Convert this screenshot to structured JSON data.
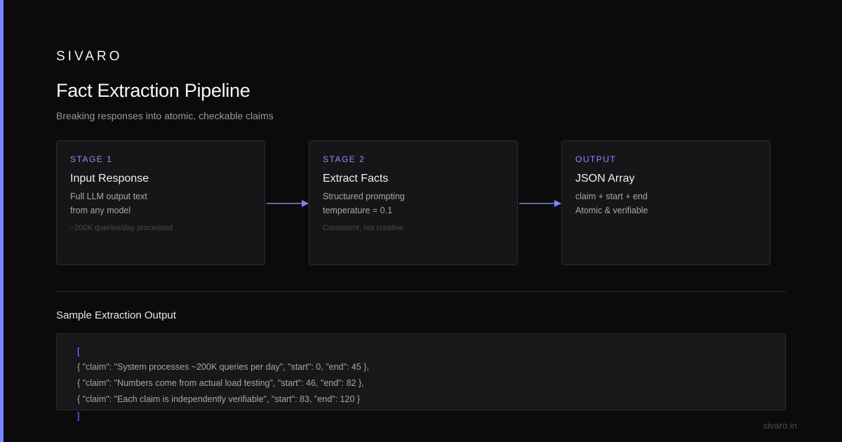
{
  "brand": "SIVARO",
  "title": "Fact Extraction Pipeline",
  "subtitle": "Breaking responses into atomic, checkable claims",
  "colors": {
    "accent": "#7c86ff",
    "background": "#0b0b0c",
    "card": "#161618"
  },
  "stages": [
    {
      "label": "STAGE 1",
      "title": "Input Response",
      "lines": [
        "Full LLM output text",
        "from any model"
      ],
      "note": "~200K queries/day processed"
    },
    {
      "label": "STAGE 2",
      "title": "Extract Facts",
      "lines": [
        "Structured prompting",
        "temperature = 0.1"
      ],
      "note": "Consistent, not creative"
    },
    {
      "label": "OUTPUT",
      "title": "JSON Array",
      "lines": [
        "claim + start + end",
        "Atomic & verifiable"
      ],
      "note": ""
    }
  ],
  "sample": {
    "heading": "Sample Extraction Output",
    "open_bracket": "[",
    "lines": [
      "{ \"claim\": \"System processes ~200K queries per day\", \"start\": 0, \"end\": 45 },",
      "{ \"claim\": \"Numbers come from actual load testing\", \"start\": 46, \"end\": 82 },",
      "{ \"claim\": \"Each claim is independently verifiable\", \"start\": 83, \"end\": 120 }"
    ],
    "close_bracket": "]"
  },
  "footer": {
    "domain": "sivaro.in"
  }
}
